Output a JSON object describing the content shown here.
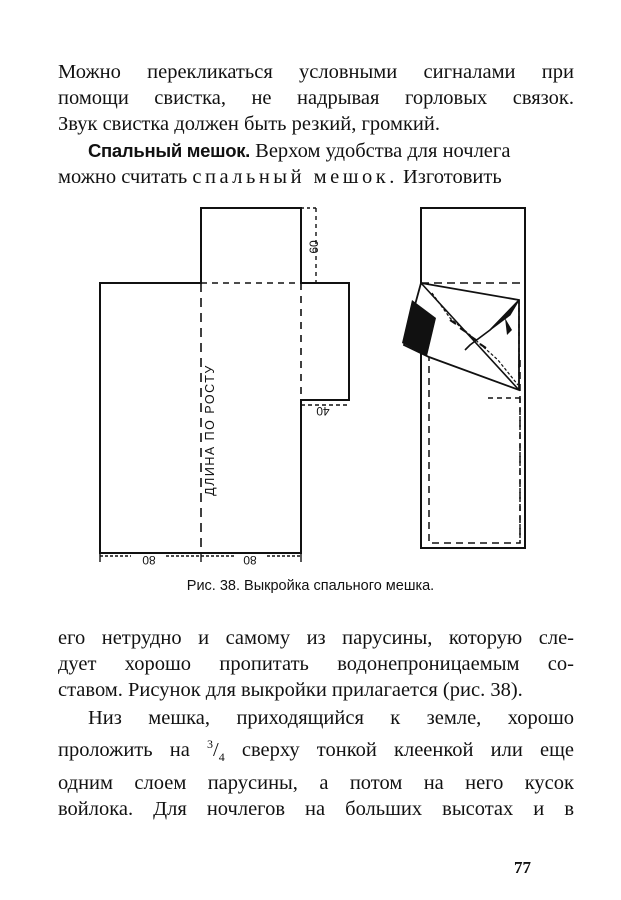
{
  "top_paragraph": {
    "lines": [
      "Можно перекликаться условными сигналами при",
      "помощи свистка, не надрывая горловых связок.",
      "Звук свистка должен быть резкий, громкий."
    ]
  },
  "sleeping_bag_paragraph": {
    "heading": "Спальный мешок.",
    "line1_rest": " Верхом удобства для ночлега",
    "line2_start": "можно считать ",
    "line2_spaced": "спальный мешок.",
    "line2_end": " Изготовить"
  },
  "figure": {
    "caption": "Рис. 38. Выкройка спального мешка.",
    "labels": {
      "dim_60": "60",
      "dim_40": "40",
      "dim_80_left": "80",
      "dim_80_right": "80",
      "length_by_height": "ДЛИНА ПО РОСТУ"
    }
  },
  "middle_paragraph": {
    "lines": [
      "его нетрудно и самому из парусины, которую сле-",
      "дует хорошо пропитать водонепроницаемым со-",
      "ставом. Рисунок для выкройки прилагается (рис. 38)."
    ]
  },
  "bottom_paragraph": {
    "line1": "Низ мешка, приходящийся к земле, хорошо",
    "line2_pre": "проложить на ",
    "fraction_num": "3",
    "fraction_den": "4",
    "line2_post": " сверху тонкой клеенкой или еще",
    "line3": "одним слоем парусины, а потом на него кусок",
    "line4": "войлока. Для ночлегов на больших высотах и в"
  },
  "page_number": "77"
}
